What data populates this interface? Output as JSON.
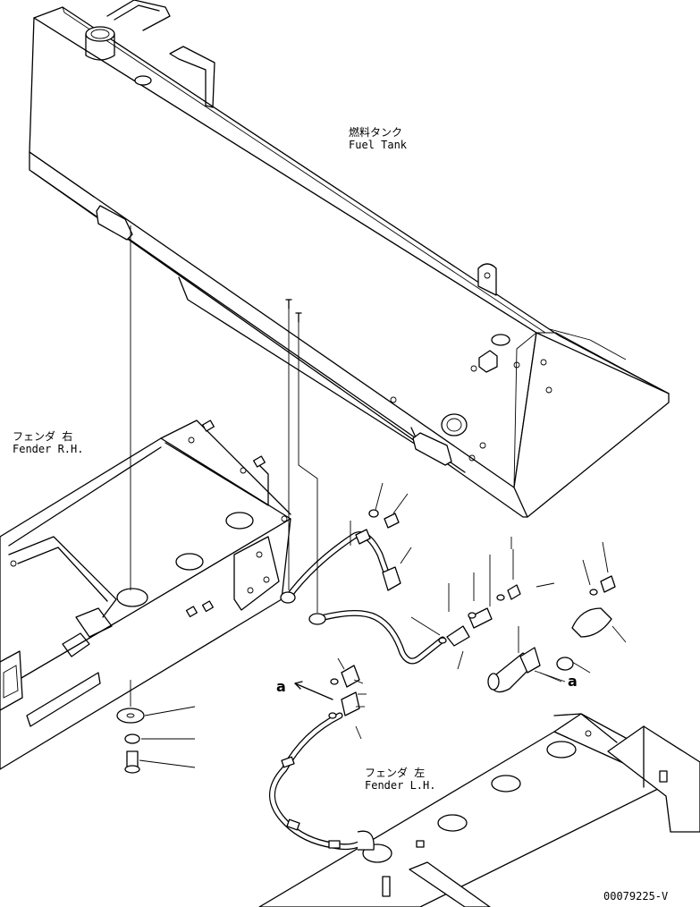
{
  "labels": {
    "fuel_tank_jp": "燃料タンク",
    "fuel_tank_en": "Fuel Tank",
    "fender_rh_jp": "フェンダ 右",
    "fender_rh_en": "Fender R.H.",
    "fender_lh_jp": "フェンダ 左",
    "fender_lh_en": "Fender L.H."
  },
  "callouts": {
    "left": "a",
    "right": "a"
  },
  "drawing_number": "00079225-V"
}
